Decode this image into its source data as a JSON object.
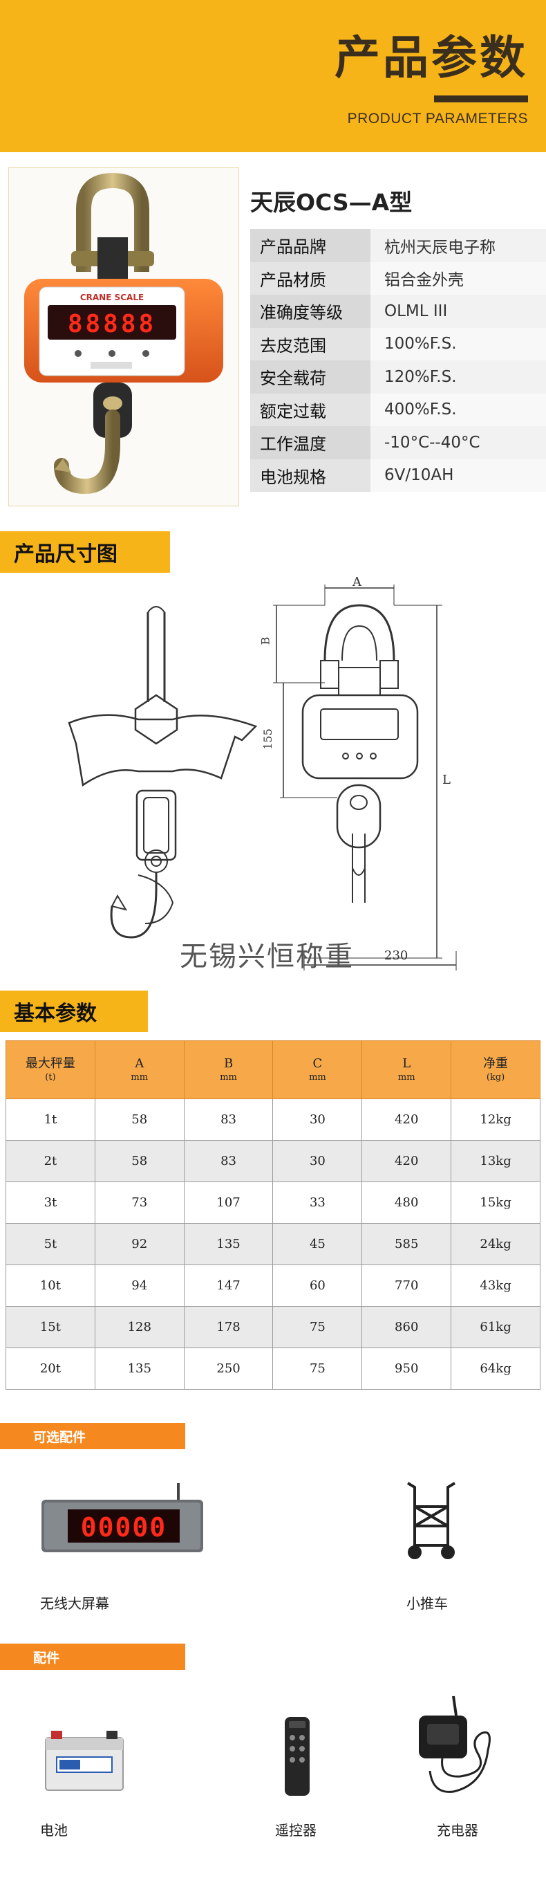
{
  "header": {
    "title": "产品参数",
    "subtitle": "PRODUCT PARAMETERS"
  },
  "product": {
    "name": "天辰OCS—A型",
    "display_text": "CRANE SCALE",
    "readout": "88888",
    "specs": [
      {
        "key": "产品品牌",
        "value": "杭州天辰电子称"
      },
      {
        "key": "产品材质",
        "value": "铝合金外壳"
      },
      {
        "key": "准确度等级",
        "value": "OLML III"
      },
      {
        "key": "去皮范围",
        "value": "100%F.S."
      },
      {
        "key": "安全载荷",
        "value": "120%F.S."
      },
      {
        "key": "额定过载",
        "value": "400%F.S."
      },
      {
        "key": "工作温度",
        "value": "-10°C--40°C"
      },
      {
        "key": "电池规格",
        "value": "6V/10AH"
      }
    ]
  },
  "dimension_section": {
    "tag": "产品尺寸图",
    "label_a": "A",
    "label_b": "B",
    "label_c": "155",
    "label_l": "L",
    "label_w": "230",
    "watermark": "无锡兴恒称重"
  },
  "basic_section": {
    "tag": "基本参数",
    "columns": [
      {
        "label": "最大秤量",
        "unit": "(t)"
      },
      {
        "label": "A",
        "unit": "mm"
      },
      {
        "label": "B",
        "unit": "mm"
      },
      {
        "label": "C",
        "unit": "mm"
      },
      {
        "label": "L",
        "unit": "mm"
      },
      {
        "label": "净重",
        "unit": "(kg)"
      }
    ],
    "rows": [
      [
        "1t",
        "58",
        "83",
        "30",
        "420",
        "12kg"
      ],
      [
        "2t",
        "58",
        "83",
        "30",
        "420",
        "13kg"
      ],
      [
        "3t",
        "73",
        "107",
        "33",
        "480",
        "15kg"
      ],
      [
        "5t",
        "92",
        "135",
        "45",
        "585",
        "24kg"
      ],
      [
        "10t",
        "94",
        "147",
        "60",
        "770",
        "43kg"
      ],
      [
        "15t",
        "128",
        "178",
        "75",
        "860",
        "61kg"
      ],
      [
        "20t",
        "135",
        "250",
        "75",
        "950",
        "64kg"
      ]
    ]
  },
  "optional_section": {
    "tag": "可选配件",
    "items": [
      {
        "label": "无线大屏幕",
        "readout": "00000"
      },
      {
        "label": "小推车"
      }
    ]
  },
  "accessory_section": {
    "tag": "配件",
    "items": [
      {
        "label": "电池"
      },
      {
        "label": "遥控器"
      },
      {
        "label": "充电器"
      }
    ]
  },
  "colors": {
    "accent": "#f7b419",
    "orange_tag": "#f5891f",
    "table_header": "#f7a94a",
    "scale_body": "#f0661e"
  }
}
